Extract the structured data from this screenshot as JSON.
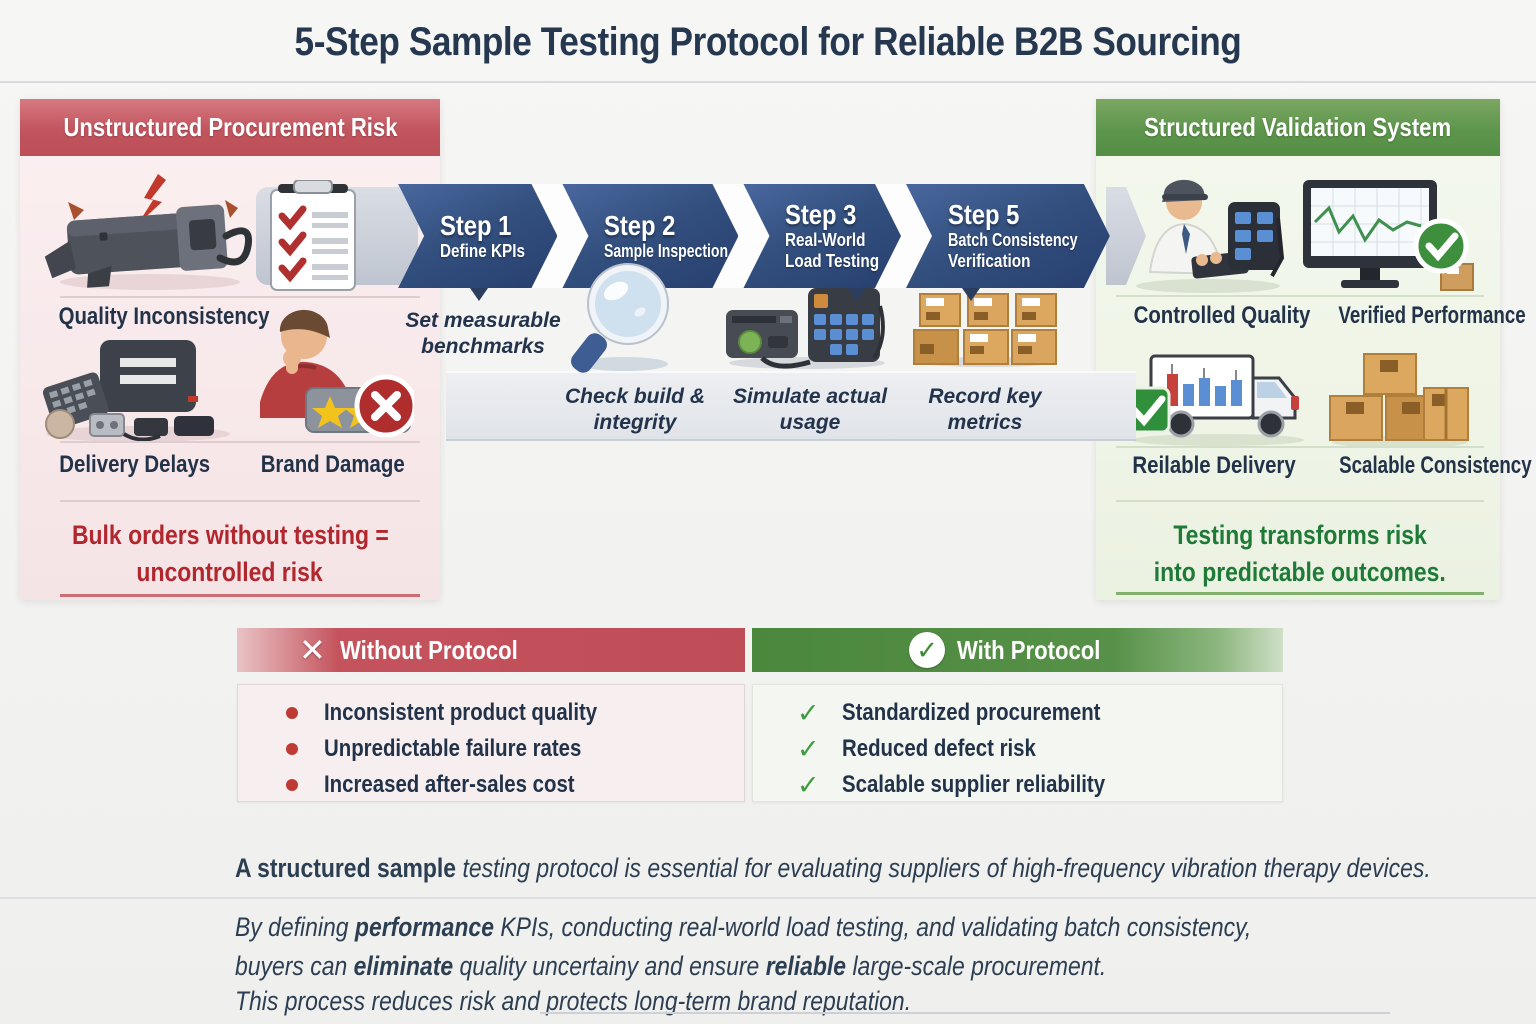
{
  "title": "5-Step Sample Testing Protocol for Reliable B2B Sourcing",
  "left_panel": {
    "header": "Unstructured Procurement Risk",
    "label_quality": "Quality Inconsistency",
    "label_delivery": "Delivery Delays",
    "label_brand": "Brand Damage",
    "statement_line1": "Bulk orders without testing =",
    "statement_line2": "uncontrolled risk"
  },
  "steps": [
    {
      "number": "Step 1",
      "title_lines": [
        "Define KPIs"
      ],
      "caption": "Set measurable benchmarks"
    },
    {
      "number": "Step 2",
      "title_lines": [
        "Sample Inspection"
      ],
      "caption": "Check build & integrity"
    },
    {
      "number": "Step 3",
      "title_lines": [
        "Real-World",
        "Load Testing"
      ],
      "caption": "Simulate actual usage"
    },
    {
      "number": "Step 5",
      "title_lines": [
        "Batch Consistency",
        "Verification"
      ],
      "caption": "Record key metrics"
    }
  ],
  "right_panel": {
    "header": "Structured Validation System",
    "label_quality": "Controlled Quality",
    "label_performance": "Verified Performance",
    "label_delivery": "Reilable Delivery",
    "label_consistency": "Scalable Consistency",
    "statement_line1": "Testing transforms risk",
    "statement_line2": "into predictable outcomes."
  },
  "comparison": {
    "without": {
      "marker": "✕",
      "header": "Without Protocol",
      "items": [
        "Inconsistent product quality",
        "Unpredictable failure rates",
        "Increased after-sales cost"
      ]
    },
    "with": {
      "marker": "✓",
      "check_glyph": "✓",
      "header": "With Protocol",
      "items": [
        "Standardized procurement",
        "Reduced defect risk",
        "Scalable supplier reliability"
      ]
    }
  },
  "footer": {
    "p1_lead": "A structured sample",
    "p1_mid": " testing protocol is essential for evaluating suppliers of ",
    "p1_tail": "high-frequency vibration therapy devices.",
    "p2_l1_pre": "By defining ",
    "p2_l1_bold": "performance",
    "p2_l1_post": " KPIs, conducting real-world load testing, and validating batch consistency,",
    "p2_l2_pre": "buyers can ",
    "p2_l2_bold1": "eliminate",
    "p2_l2_mid": " quality uncertainy and ensure ",
    "p2_l2_bold2": "reliable",
    "p2_l2_post": " large-scale procurement.",
    "p3": "This process reduces risk and protects long-term brand reputation."
  },
  "colors": {
    "risk_red": "#bf4d57",
    "risk_text_red": "#b2262e",
    "validation_green": "#548e44",
    "validation_text_green": "#1e7a36",
    "step_blue": "#2d4476",
    "navy_text": "#223349"
  }
}
